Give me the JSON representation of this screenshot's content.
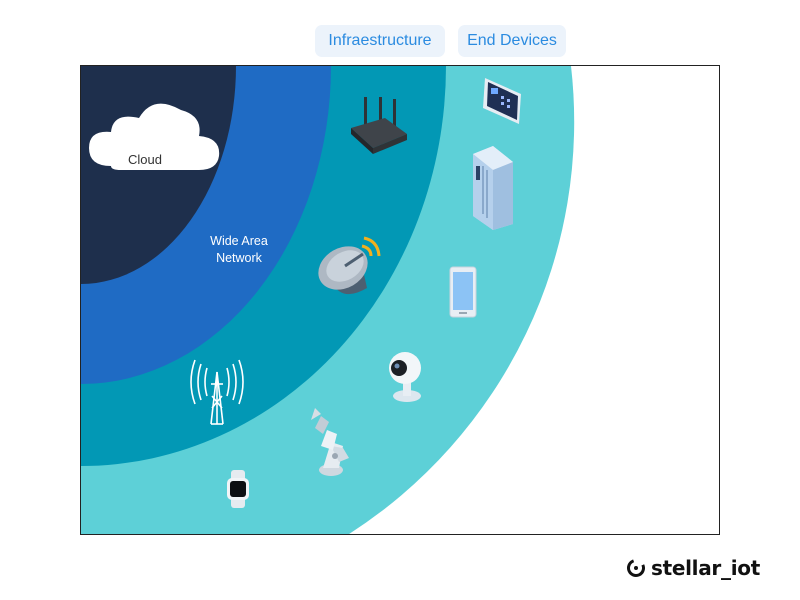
{
  "tabs": {
    "infrastructure": "Infraestructure",
    "end_devices": "End Devices"
  },
  "layers": {
    "cloud": "Cloud",
    "wan_line1": "Wide Area",
    "wan_line2": "Network"
  },
  "colors": {
    "cloud_layer": "#1e2f4c",
    "wan_layer": "#1f6bc4",
    "infrastructure_layer": "#0298b5",
    "end_devices_layer": "#5dd0d7",
    "tab_background": "#ecf3fb",
    "tab_text": "#2b8be0"
  },
  "icons": {
    "infrastructure": [
      "router-icon",
      "satellite-dish-icon",
      "cell-tower-icon"
    ],
    "end_devices": [
      "thermostat-icon",
      "smart-fridge-icon",
      "smartphone-icon",
      "security-camera-icon",
      "robot-arm-icon",
      "smartwatch-icon"
    ]
  },
  "brand": {
    "name": "stellar_iot"
  }
}
